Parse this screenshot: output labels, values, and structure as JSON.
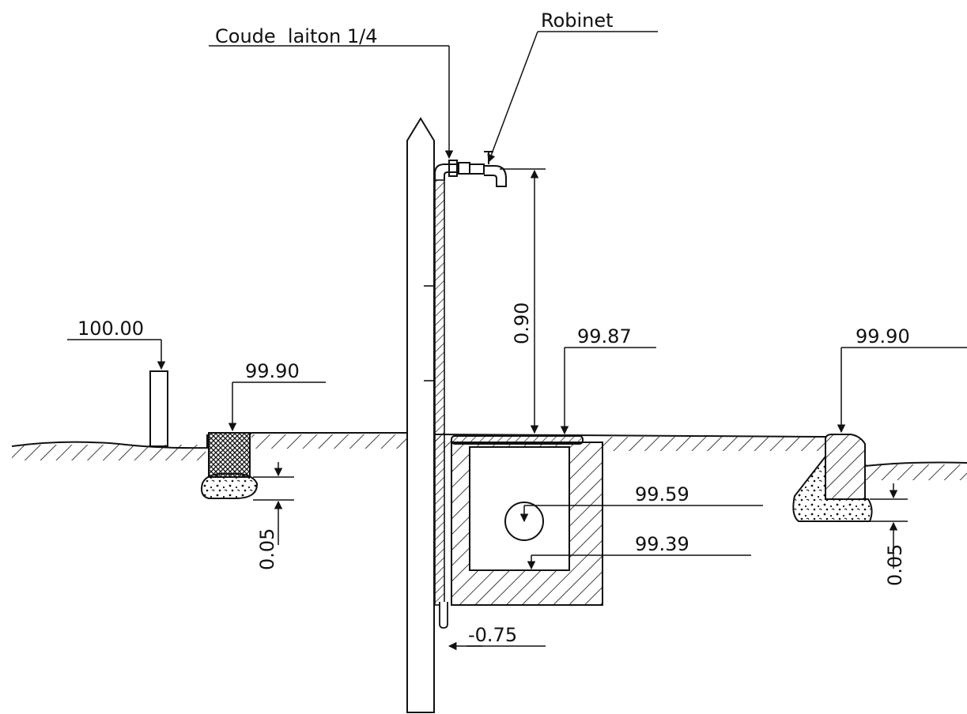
{
  "labels": {
    "elbow": "Coude  laiton 1/4",
    "tap": "Robinet",
    "ref_post": "100.00",
    "left_gutter": "99.90",
    "right_gutter": "99.90",
    "slab": "99.87",
    "pipe_center": "99.59",
    "box_bottom": "99.39",
    "depth": "-0.75",
    "tap_height": "0.90",
    "left_depth": "0.05",
    "right_depth": "0.05"
  },
  "colors": {
    "ink": "#111111",
    "paper": "#ffffff"
  }
}
